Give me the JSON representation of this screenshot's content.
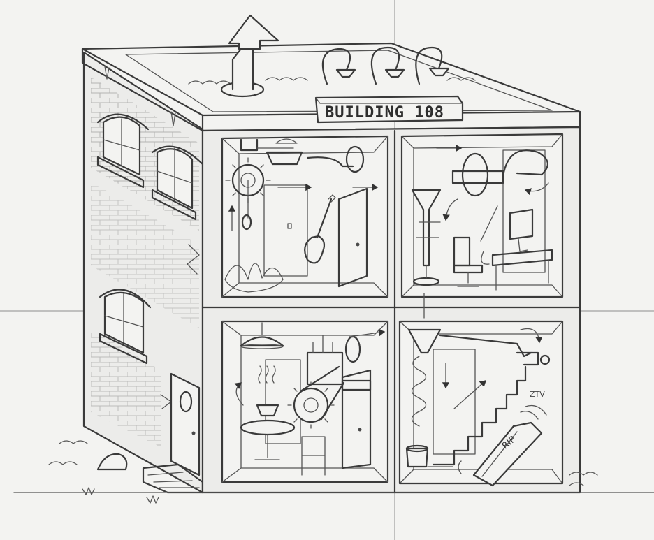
{
  "sign": {
    "text": "BUILDING 108"
  },
  "coffin": {
    "text": "RIP"
  },
  "scribble": {
    "text": "ZTV"
  },
  "colors": {
    "paper": "#f3f3f1",
    "ink": "#3a3a3a"
  },
  "icons": [
    "chimney-icon",
    "lamp-icon",
    "gear-icon",
    "guitar-icon",
    "funnel-icon",
    "coffin-icon",
    "office-chair-icon",
    "monitor-icon"
  ]
}
